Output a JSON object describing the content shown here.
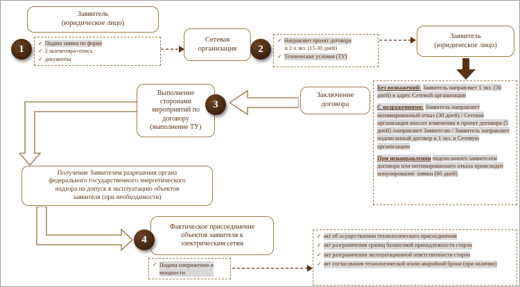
{
  "colors": {
    "ink": "#5a3317",
    "border": "#9c7b46",
    "circle_fill": "#3a2110",
    "highlight": "#d8d8d8"
  },
  "icons": {
    "check": "✓"
  },
  "steps": {
    "s1": "1",
    "s2": "2",
    "s3": "3",
    "s4": "4"
  },
  "nodes": {
    "applicant1": "Заявитель\n(юридическое лицо)",
    "network": "Сетевая\nорганизация",
    "applicant2": "Заявитель\n(юридическое лицо)",
    "contract": "Заключение\nдоговора",
    "execution": "Выполнение\nсторонами\nмероприятий по\nдоговору\n(выполнение ТУ)",
    "permission": "Получение Заявителем разрешения органа\nфедерального государственного энергетического\nнадзора на допуск в эксплуатацию объектов\nзаявителя (при необходимости)",
    "connection": "Фактическое присоединение\nобъектов заявителя к\nэлектрическим сетям",
    "power": "Подача напряжения и\nмощности"
  },
  "step1_lines": [
    "Подача заявки по форме",
    "2 экземпляра+опись",
    "документы"
  ],
  "step2_lines": [
    "Направляет проект договора",
    "в 2-х экз. (15-30 дней)",
    "Технические условия (ТУ)"
  ],
  "objections": [
    {
      "heading": "Без возражений:",
      "body": "Заявитель направляет 1 экз. (30 дней) в адрес Сетевой организации"
    },
    {
      "heading": "С возражениями:",
      "body": "Заявитель направляет мотивированный отказ (30 дней) / Сетевая организация вносит изменения в проект договора (5 дней) /направляет Заявителю / Заявитель направляет подписанный договор в 1 экз. в Сетевую организацию"
    },
    {
      "heading": "При ненаправлении",
      "body": "подписанного заявителем договора или мотивированного отказа происходит аннулирование заявки (60 дней)"
    }
  ],
  "acts_lines": [
    "акт об осуществлении технологического присоединения",
    "акт разграничения границ балансовой принадлежности сторон",
    "акт разграничения эксплуатационной ответственности сторон",
    "акт согласования технологической и/или аварийной брони (при наличии)"
  ]
}
